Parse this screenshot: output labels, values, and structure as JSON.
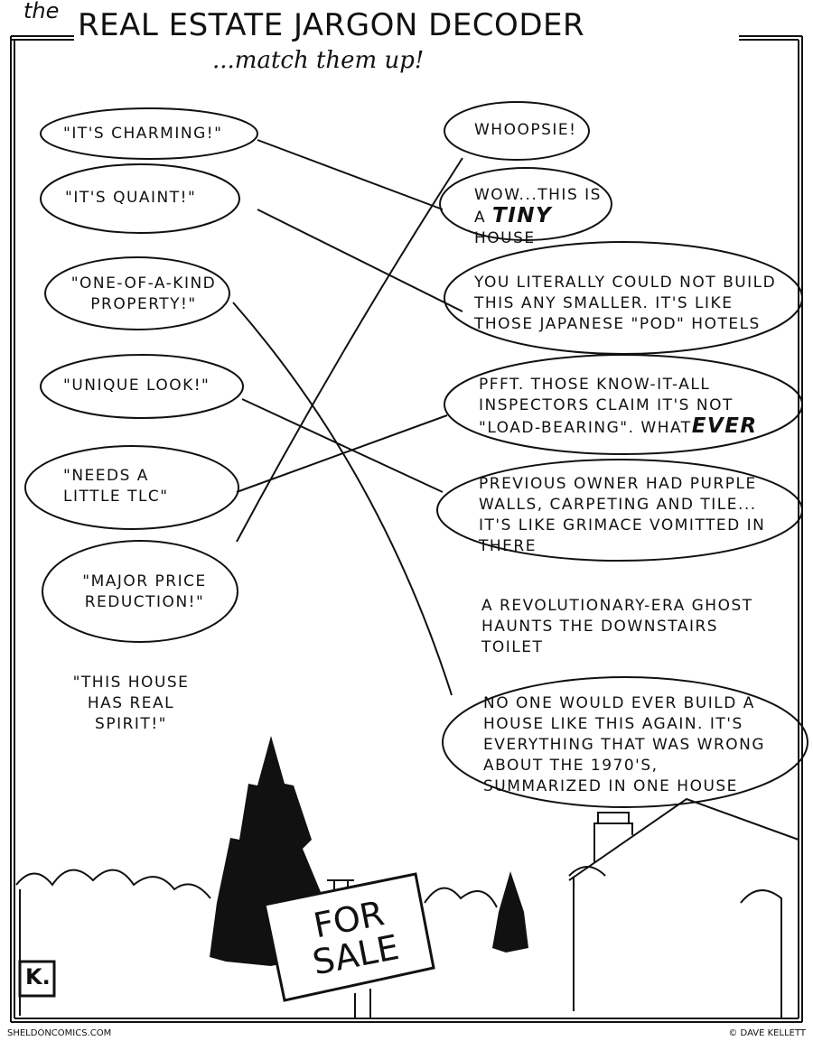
{
  "header": {
    "title_prefix": "the",
    "title": "REAL ESTATE JARGON DECODER",
    "subtitle": "...match them up!"
  },
  "jargon": [
    "\"It's charming!\"",
    "\"It's quaint!\"",
    "\"One-of-a-kind property!\"",
    "\"Unique look!\"",
    "\"Needs a little TLC\"",
    "\"Major price reduction!\"",
    "\"This house has real spirit!\""
  ],
  "meanings": [
    {
      "text": "Whoopsie!"
    },
    {
      "text": "Wow...this is a",
      "emphasis": "TINY",
      "after": "house"
    },
    {
      "text": "You literally could not build this any smaller. It's like those Japanese \"pod\" hotels"
    },
    {
      "text": "PFFT. Those know-it-all inspectors claim it's not \"load-bearing\". What",
      "emphasis": "EVER"
    },
    {
      "text": "Previous owner had purple walls, carpeting and tile... It's like Grimace vomitted in there"
    },
    {
      "text": "A Revolutionary-era ghost haunts the downstairs toilet"
    },
    {
      "text": "No one would ever build a house like this again. It's everything that was wrong about the 1970's, summarized in one house"
    }
  ],
  "sign": {
    "text": "FOR SALE"
  },
  "logo": "K.",
  "footer": {
    "left": "SHELDONCOMICS.COM",
    "right": "© DAVE KELLETT"
  }
}
